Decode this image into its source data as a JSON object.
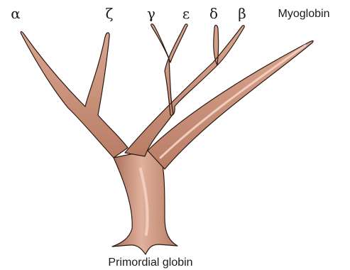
{
  "diagram": {
    "leaves": {
      "alpha": "α",
      "zeta": "ζ",
      "gamma": "γ",
      "epsilon": "ε",
      "delta": "δ",
      "beta": "β",
      "myoglobin": "Myoglobin"
    },
    "root_label": "Primordial globin",
    "colors": {
      "branch_fill": "#c98f78",
      "branch_highlight": "#e6bba7",
      "branch_shadow": "#a86d57",
      "outline": "#2b1a12",
      "text": "#1a1a1a"
    }
  }
}
